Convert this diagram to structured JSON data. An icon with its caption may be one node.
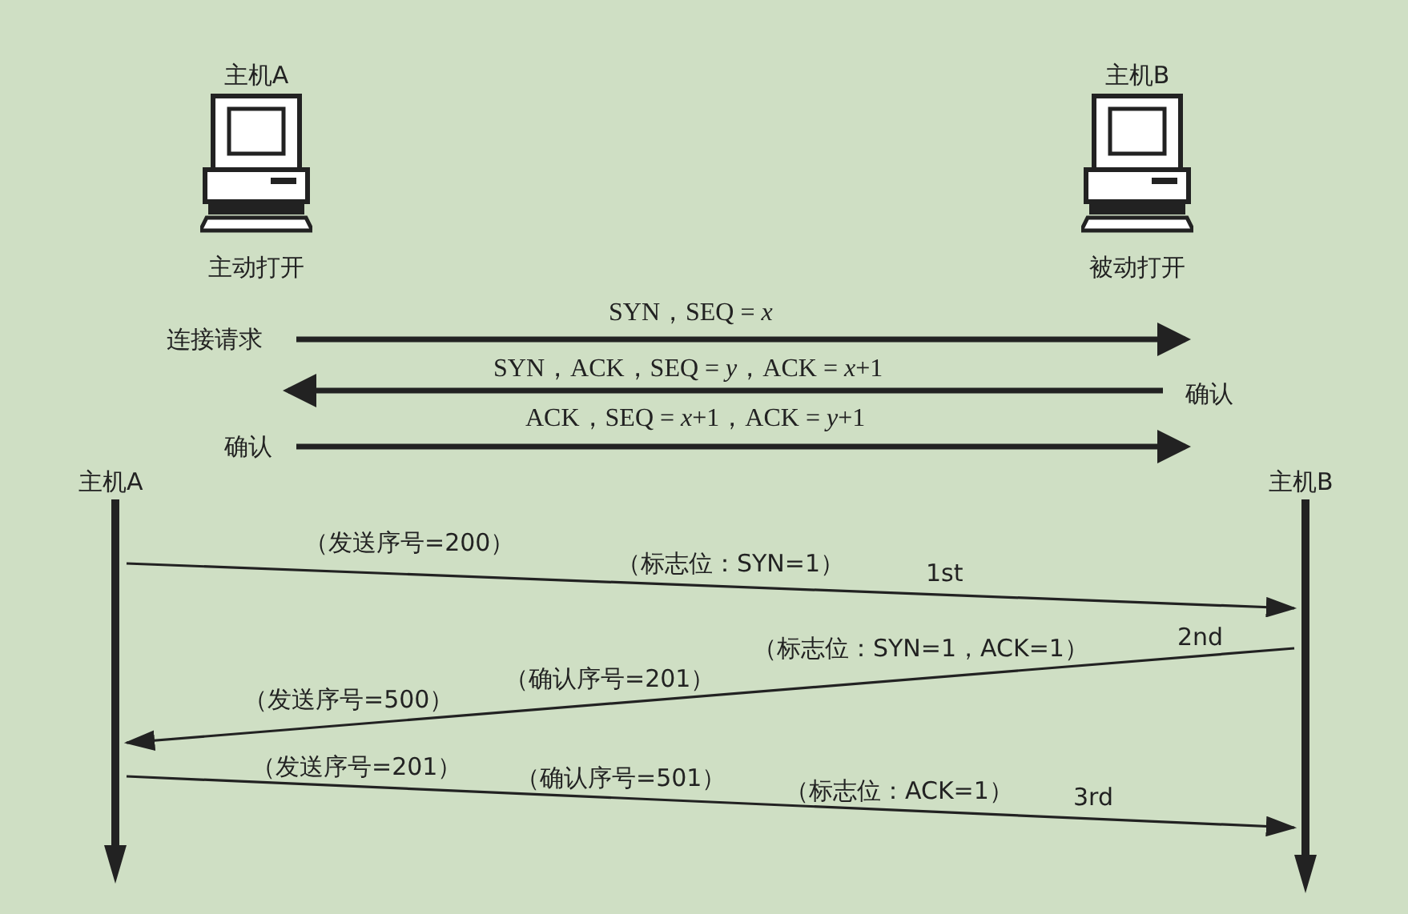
{
  "diagram": {
    "nodes": [
      {
        "text": [
          "主机A"
        ],
        "beside": [
          "主动打开"
        ]
      },
      {
        "text": [
          "主机B"
        ],
        "beside": [
          "被动打开"
        ]
      },
      {
        "text": [
          "连接请求"
        ]
      },
      {
        "text": [
          "确认"
        ]
      },
      {
        "text": [
          "确认"
        ]
      },
      {
        "text": [
          "主机A"
        ]
      },
      {
        "text": [
          "主机B"
        ]
      }
    ],
    "edges": [
      {
        "from": 2,
        "to": 3,
        "arrow": "to",
        "label": "SYN，SEQ = *x*",
        "style": "thick"
      },
      {
        "from": 3,
        "to": 4,
        "arrow": "to",
        "label": "SYN，ACK，SEQ = *y*，ACK = *x*+1",
        "style": "thick"
      },
      {
        "from": 4,
        "to": 3,
        "arrow": "to",
        "label": "ACK，SEQ = *x*+1，ACK = *y*+1",
        "style": "thick"
      },
      {
        "from": 5,
        "to": 6,
        "arrow": "to",
        "label": "1st"
      },
      {
        "from": 6,
        "to": 5,
        "arrow": "to",
        "label": "2nd"
      },
      {
        "from": 5,
        "to": 6,
        "arrow": "to",
        "label": "3rd"
      }
    ],
    "labels": [
      "（发送序号=200）",
      "（标志位：SYN=1）",
      "（标志位：SYN=1，ACK=1）",
      "（确认序号=201）",
      "（发送序号=500）",
      "（发送序号=201）",
      "（确认序号=501）",
      "（标志位：ACK=1）"
    ]
  }
}
